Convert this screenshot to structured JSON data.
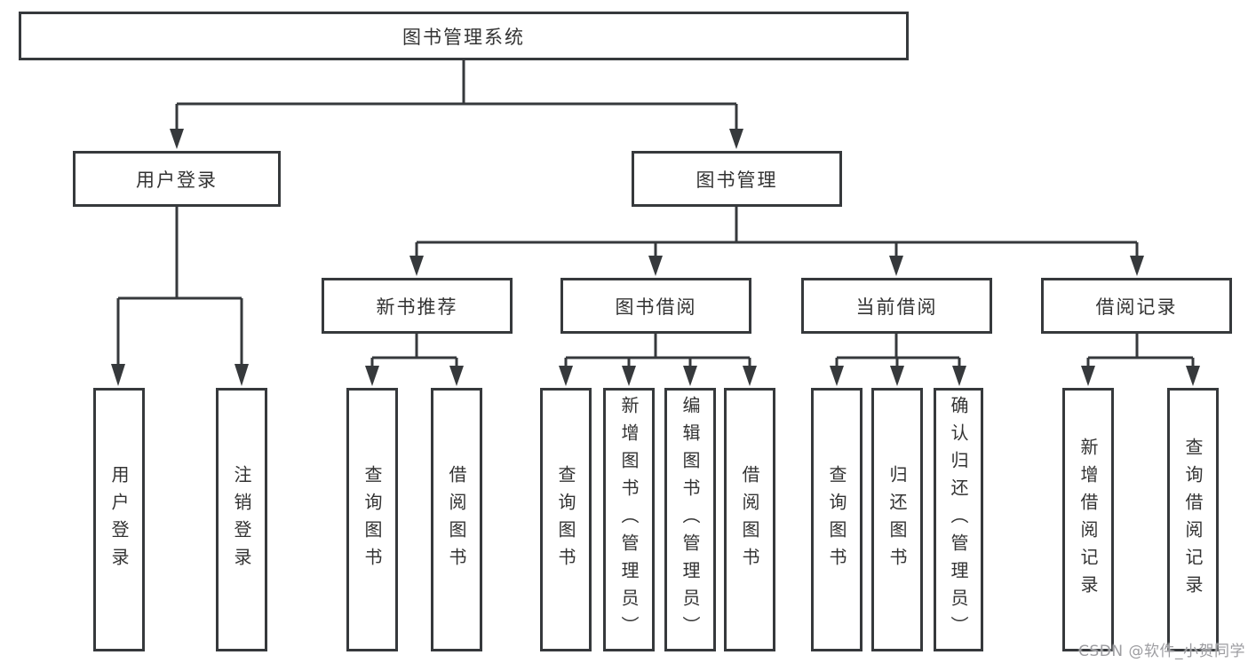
{
  "diagram": {
    "root": {
      "label": "图书管理系统"
    },
    "branches": [
      {
        "label": "用户登录",
        "children": [
          {
            "label": "用户登录"
          },
          {
            "label": "注销登录"
          }
        ]
      },
      {
        "label": "图书管理",
        "children": [
          {
            "label": "新书推荐",
            "children": [
              {
                "label": "查询图书"
              },
              {
                "label": "借阅图书"
              }
            ]
          },
          {
            "label": "图书借阅",
            "children": [
              {
                "label": "查询图书"
              },
              {
                "label": "新增图书（管理员）"
              },
              {
                "label": "编辑图书（管理员）"
              },
              {
                "label": "借阅图书"
              }
            ]
          },
          {
            "label": "当前借阅",
            "children": [
              {
                "label": "查询图书"
              },
              {
                "label": "归还图书"
              },
              {
                "label": "确认归还（管理员）"
              }
            ]
          },
          {
            "label": "借阅记录",
            "children": [
              {
                "label": "新增借阅记录"
              },
              {
                "label": "查询借阅记录"
              }
            ]
          }
        ]
      }
    ]
  },
  "watermark": {
    "text": "CSDN @软件_小贺同学"
  },
  "colors": {
    "line": "#36393c",
    "text": "#333333",
    "background": "#ffffff",
    "watermark": "#9d9da1"
  }
}
